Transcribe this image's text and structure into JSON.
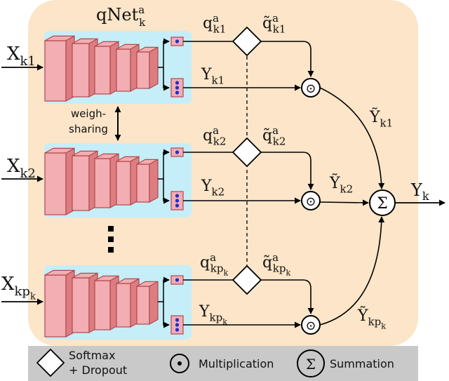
{
  "title": "qNet",
  "title_sup": "a",
  "title_sub": "k",
  "weight_sharing": [
    "weigh-",
    "sharing"
  ],
  "inputs": [
    {
      "base": "X",
      "sub": "k1"
    },
    {
      "base": "X",
      "sub": "k2"
    },
    {
      "base": "X",
      "sub": "kp",
      "subsub": "k"
    }
  ],
  "q_labels": [
    {
      "base": "q",
      "sup": "a",
      "sub": "k1"
    },
    {
      "base": "q",
      "sup": "a",
      "sub": "k2"
    },
    {
      "base": "q",
      "sup": "a",
      "sub": "kp",
      "subsub": "k"
    }
  ],
  "qtilde_labels": [
    {
      "base": "q̃",
      "sup": "a",
      "sub": "k1"
    },
    {
      "base": "q̃",
      "sup": "a",
      "sub": "k2"
    },
    {
      "base": "q̃",
      "sup": "a",
      "sub": "kp",
      "subsub": "k"
    }
  ],
  "y_labels": [
    {
      "base": "Y",
      "sub": "k1"
    },
    {
      "base": "Y",
      "sub": "k2"
    },
    {
      "base": "Y",
      "sub": "kp",
      "subsub": "k"
    }
  ],
  "ytilde_labels": [
    {
      "base": "Ỹ",
      "sub": "k1"
    },
    {
      "base": "Ỹ",
      "sub": "k2"
    },
    {
      "base": "Ỹ",
      "sub": "kp",
      "subsub": "k"
    }
  ],
  "multiply_symbol": "⊙",
  "sum_symbol": "Σ",
  "output": {
    "base": "Y",
    "sub": "k"
  },
  "legend": {
    "softmax": [
      "Softmax",
      "+ Dropout"
    ],
    "multiplication": "Multiplication",
    "summation": "Summation"
  },
  "colors": {
    "background_panel": "#fce5c8",
    "net_box": "#c5eef8",
    "layer_front": "#f2aeb2",
    "layer_side": "#dc7d82",
    "layer_stroke": "#b3474e",
    "dot": "#1d2fd6",
    "legend_bar": "#c9c9c9"
  }
}
